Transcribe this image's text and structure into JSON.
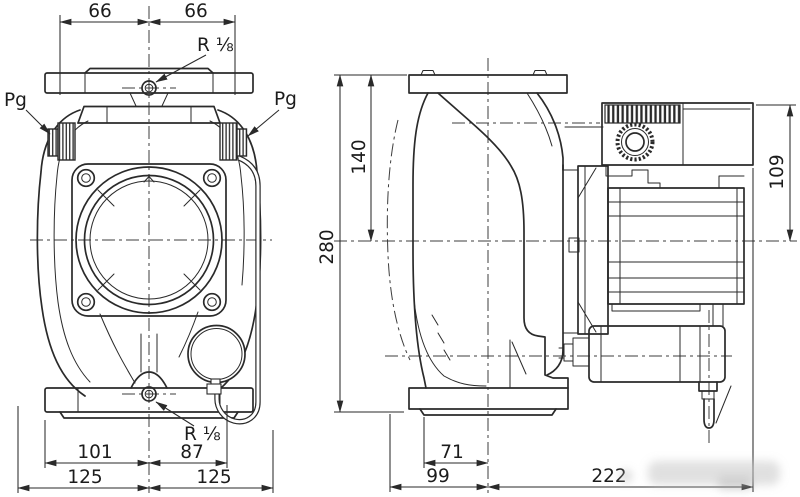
{
  "front_view": {
    "dim_top_left": "66",
    "dim_top_right": "66",
    "label_r18_top": "R ⅛",
    "label_r18_bottom": "R ⅛",
    "label_pg_left": "Pg",
    "label_pg_right": "Pg",
    "dim_bottom_inner_left": "101",
    "dim_bottom_inner_right": "87",
    "dim_bottom_outer_left": "125",
    "dim_bottom_outer_right": "125"
  },
  "side_view": {
    "dim_height_total": "280",
    "dim_height_to_axis": "140",
    "dim_terminal_box_height": "109",
    "dim_flange_to_axis": "71",
    "dim_body_left_of_axis": "99",
    "dim_axis_to_motor_end": "222"
  },
  "colors": {
    "line": "#2a2a2a",
    "background": "#ffffff"
  }
}
